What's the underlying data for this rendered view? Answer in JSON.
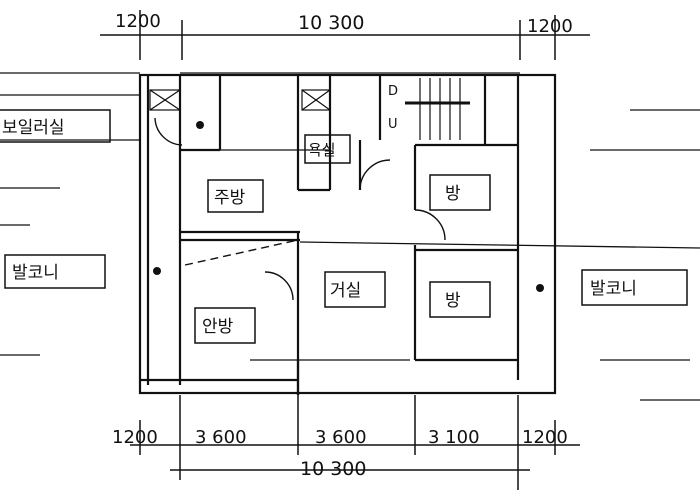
{
  "dimensions": {
    "top": [
      "1200",
      "10 300",
      "1200"
    ],
    "bottom": [
      "1200",
      "3 600",
      "3 600",
      "3 100",
      "1200"
    ],
    "bottom_total": "10 300"
  },
  "rooms": {
    "boiler": "보일러실",
    "kitchen": "주방",
    "bath": "욕실",
    "room1": "방",
    "room2": "방",
    "living": "거실",
    "master": "안방",
    "balcony_left": "발코니",
    "balcony_right": "발코니"
  },
  "stairs": {
    "down": "D",
    "up": "U"
  },
  "colors": {
    "ink": "#111111",
    "paper": "#ffffff"
  }
}
